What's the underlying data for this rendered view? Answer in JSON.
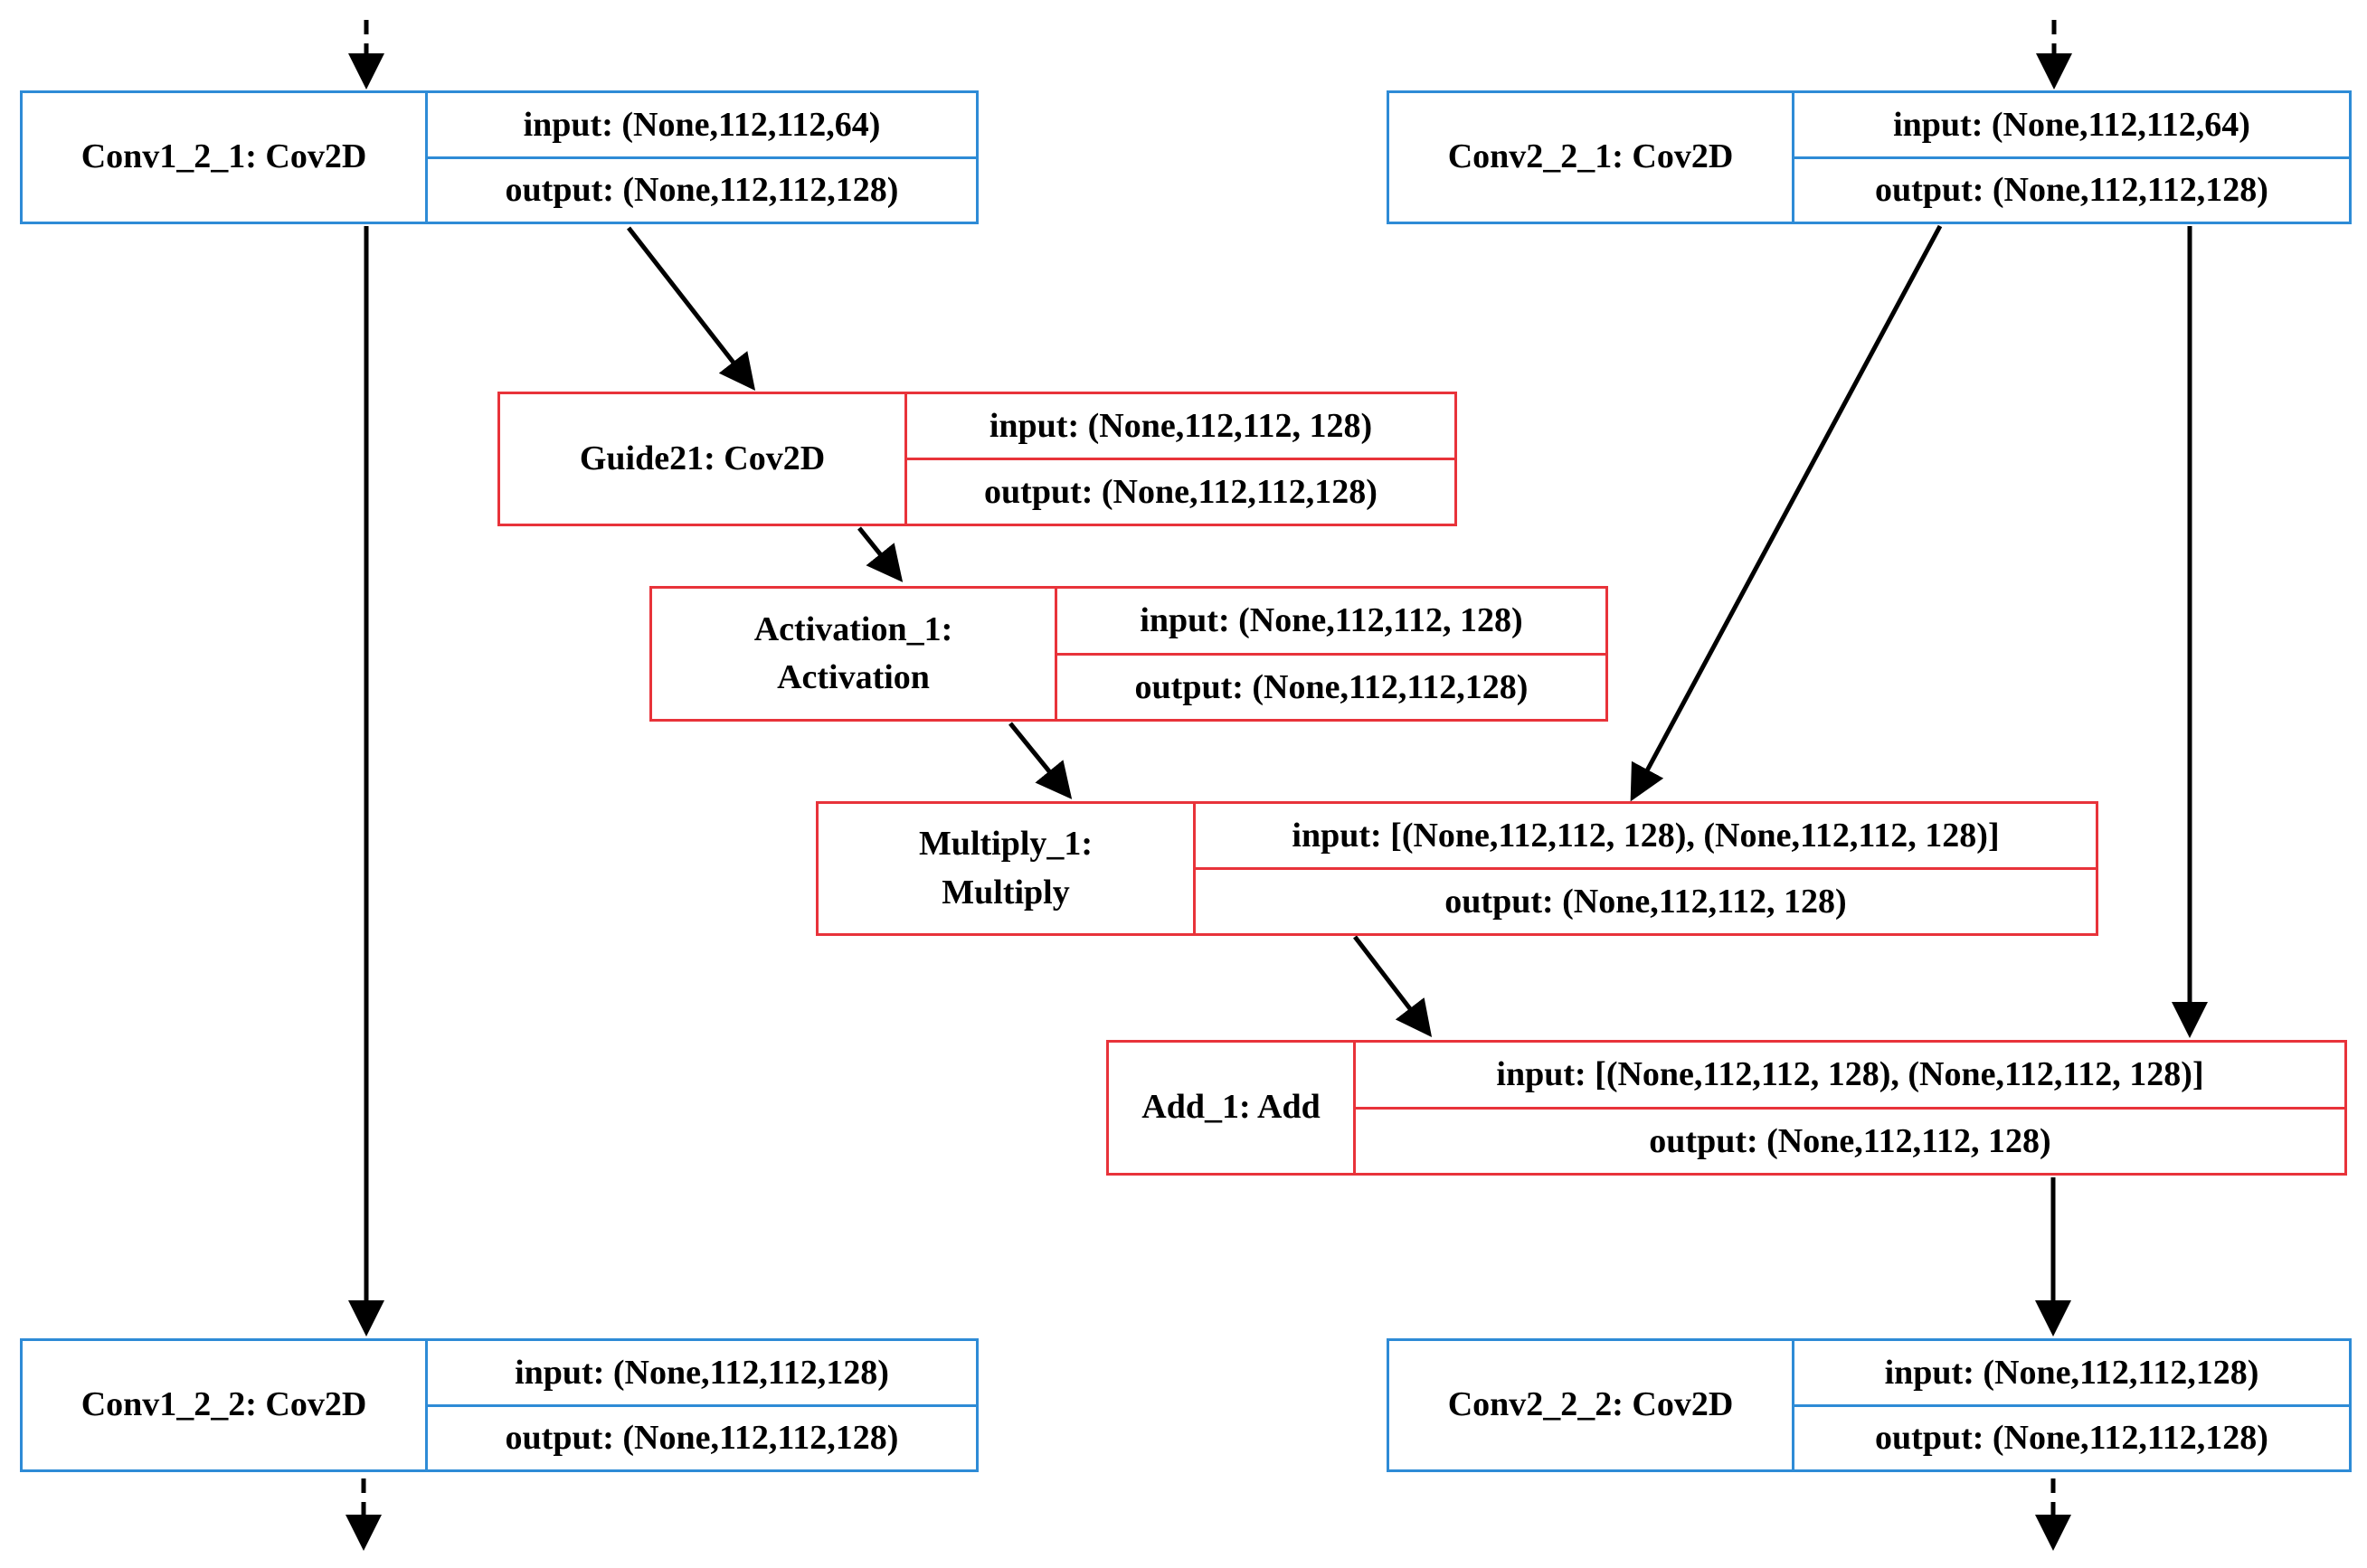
{
  "colors": {
    "blue_box": "#2e8bd6",
    "red_box": "#e8333a",
    "arrow": "#000000"
  },
  "nodes": {
    "conv1_2_1": {
      "name": "Conv1_2_1: Cov2D",
      "input_label": "input:",
      "input_value": "(None,112,112,64)",
      "output_label": "output:",
      "output_value": "(None,112,112,128)"
    },
    "conv2_2_1": {
      "name": "Conv2_2_1: Cov2D",
      "input_label": "input:",
      "input_value": "(None,112,112,64)",
      "output_label": "output:",
      "output_value": "(None,112,112,128)"
    },
    "guide21": {
      "name": "Guide21: Cov2D",
      "input_label": "input:",
      "input_value": "(None,112,112, 128)",
      "output_label": "output:",
      "output_value": "(None,112,112,128)"
    },
    "activation_1": {
      "name": "Activation_1:\nActivation",
      "input_label": "input:",
      "input_value": "(None,112,112, 128)",
      "output_label": "output:",
      "output_value": "(None,112,112,128)"
    },
    "multiply_1": {
      "name": "Multiply_1:\nMultiply",
      "input_label": "input:",
      "input_value": "[(None,112,112, 128), (None,112,112, 128)]",
      "output_label": "output:",
      "output_value": "(None,112,112, 128)"
    },
    "add_1": {
      "name": "Add_1: Add",
      "input_label": "input:",
      "input_value": "[(None,112,112, 128), (None,112,112, 128)]",
      "output_label": "output:",
      "output_value": "(None,112,112, 128)"
    },
    "conv1_2_2": {
      "name": "Conv1_2_2: Cov2D",
      "input_label": "input:",
      "input_value": "(None,112,112,128)",
      "output_label": "output:",
      "output_value": "(None,112,112,128)"
    },
    "conv2_2_2": {
      "name": "Conv2_2_2: Cov2D",
      "input_label": "input:",
      "input_value": "(None,112,112,128)",
      "output_label": "output:",
      "output_value": "(None,112,112,128)"
    }
  },
  "edges": [
    {
      "from": "conv1_2_1",
      "to": "guide21"
    },
    {
      "from": "guide21",
      "to": "activation_1"
    },
    {
      "from": "activation_1",
      "to": "multiply_1"
    },
    {
      "from": "conv2_2_1",
      "to": "multiply_1"
    },
    {
      "from": "multiply_1",
      "to": "add_1"
    },
    {
      "from": "conv2_2_1",
      "to": "add_1"
    },
    {
      "from": "add_1",
      "to": "conv2_2_2"
    },
    {
      "from": "conv1_2_1",
      "to": "conv1_2_2"
    }
  ]
}
